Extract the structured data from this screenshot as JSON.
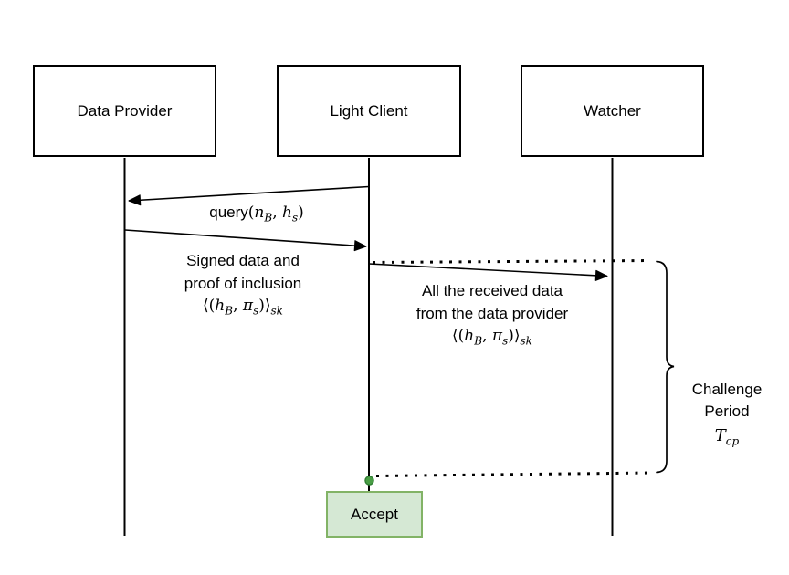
{
  "actors": [
    {
      "label": "Data Provider"
    },
    {
      "label": "Light Client"
    },
    {
      "label": "Watcher"
    }
  ],
  "messages": {
    "query": {
      "fn": "query",
      "open": "(",
      "v1": "n",
      "s1": "B",
      "sep": ", ",
      "v2": "h",
      "s2": "s",
      "close": ")"
    },
    "signed_data": {
      "line1": "Signed data and",
      "line2": "proof of inclusion"
    },
    "received_data": {
      "line1": "All the received data",
      "line2": "from the data provider"
    },
    "payload": {
      "open": "⟨(",
      "v1": "h",
      "s1": "B",
      "sep": ", ",
      "v2": "π",
      "s2": "s",
      "close": ")⟩",
      "sub": "sk"
    }
  },
  "challenge_period": {
    "line1": "Challenge",
    "line2": "Period",
    "symbol": "T",
    "symbol_sub": "cp"
  },
  "accept": {
    "label": "Accept"
  },
  "colors": {
    "line": "#000000",
    "accept_fill": "#d5e8d4",
    "accept_border": "#82b366",
    "dot_fill": "#4a9e45",
    "dot_border": "#2e7d32"
  }
}
